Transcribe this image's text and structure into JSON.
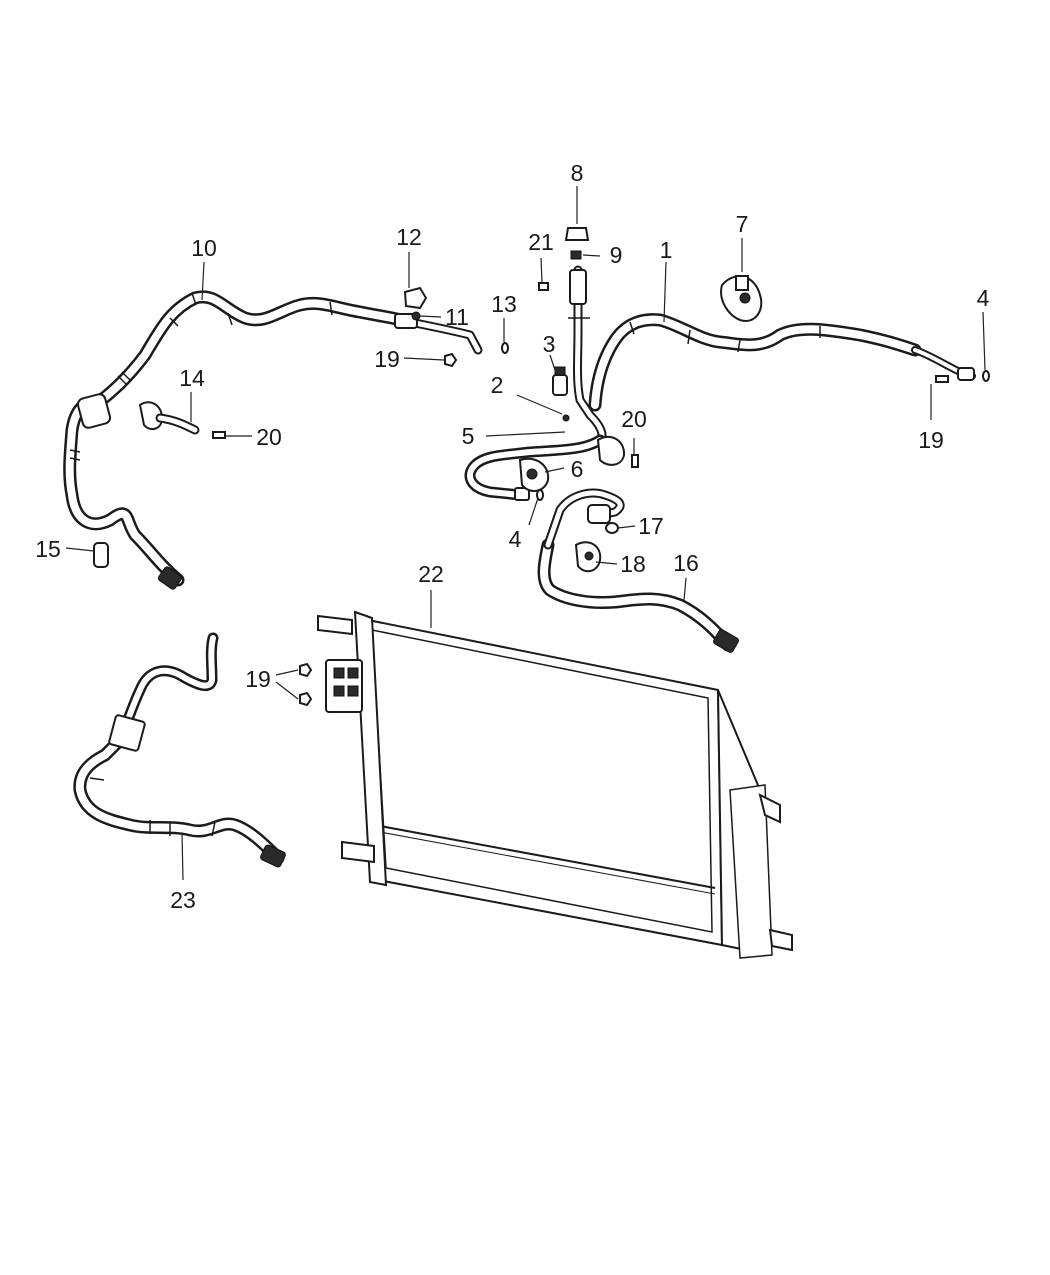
{
  "callouts": [
    "1",
    "2",
    "3",
    "4",
    "4",
    "5",
    "6",
    "7",
    "8",
    "9",
    "10",
    "11",
    "12",
    "13",
    "14",
    "15",
    "16",
    "17",
    "18",
    "19",
    "19",
    "19",
    "20",
    "20",
    "21",
    "22",
    "23"
  ],
  "colors": {
    "line": "#1b1b1b",
    "background": "#ffffff"
  }
}
